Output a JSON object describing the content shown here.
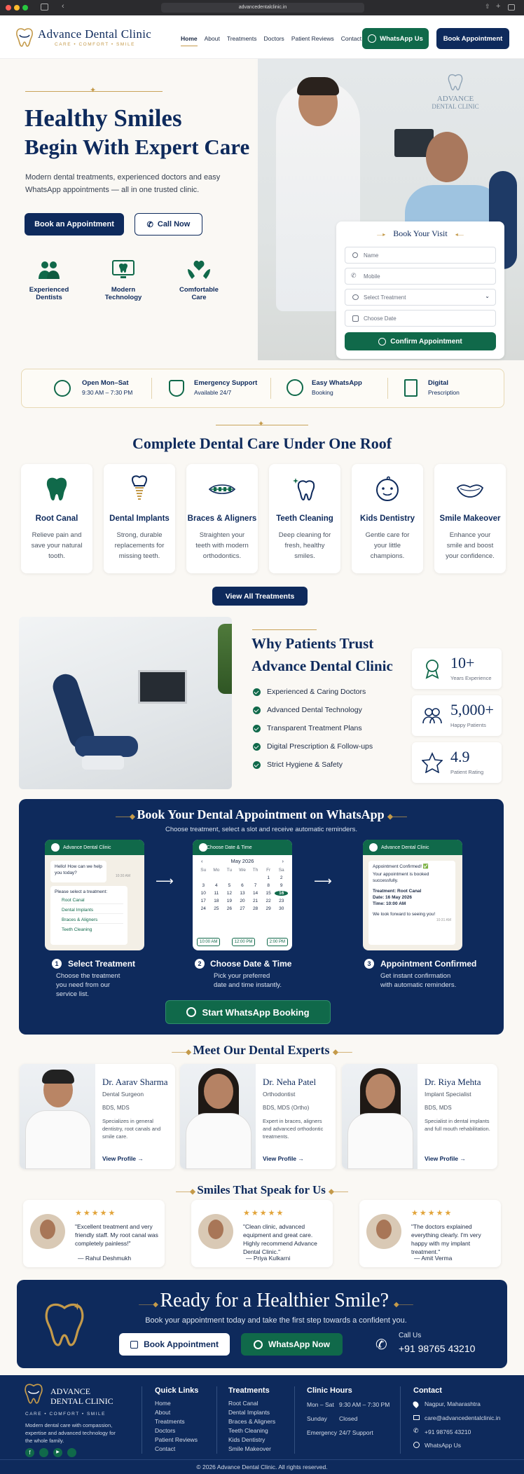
{
  "browser": {
    "url": "advancedentalclinic.in"
  },
  "header": {
    "brand_name": "Advance Dental Clinic",
    "tagline": "CARE • COMFORT • SMILE",
    "nav": [
      "Home",
      "About",
      "Treatments",
      "Doctors",
      "Patient Reviews",
      "Contact"
    ],
    "whatsapp_label": "WhatsApp Us",
    "book_label": "Book Appointment"
  },
  "hero": {
    "title_line1": "Healthy Smiles",
    "title_line2": "Begin With Expert Care",
    "subtitle": "Modern dental treatments, experienced doctors and easy WhatsApp appointments — all in one trusted clinic.",
    "primary_cta": "Book an Appointment",
    "call_cta": "Call Now",
    "features": [
      {
        "icon": "doctors-icon",
        "line1": "Experienced",
        "line2": "Dentists"
      },
      {
        "icon": "monitor-tooth-icon",
        "line1": "Modern",
        "line2": "Technology"
      },
      {
        "icon": "heart-hands-icon",
        "line1": "Comfortable",
        "line2": "Care"
      }
    ],
    "wall_sign_line1": "ADVANCE",
    "wall_sign_line2": "DENTAL CLINIC"
  },
  "booking_form": {
    "title": "Book Your Visit",
    "name_placeholder": "Name",
    "mobile_placeholder": "Mobile",
    "treatment_placeholder": "Select Treatment",
    "date_placeholder": "Choose Date",
    "submit_label": "Confirm Appointment"
  },
  "info_bar": [
    {
      "icon": "clock-icon",
      "title": "Open Mon–Sat",
      "sub": "9:30 AM – 7:30 PM"
    },
    {
      "icon": "shield-plus-icon",
      "title": "Emergency Support",
      "sub": "Available 24/7"
    },
    {
      "icon": "whatsapp-icon",
      "title": "Easy WhatsApp",
      "sub": "Booking"
    },
    {
      "icon": "prescription-icon",
      "title": "Digital",
      "sub": "Prescription"
    }
  ],
  "services": {
    "heading": "Complete Dental Care Under One Roof",
    "items": [
      {
        "icon": "tooth-icon",
        "title": "Root Canal",
        "desc": "Relieve pain and save your natural tooth."
      },
      {
        "icon": "implant-icon",
        "title": "Dental Implants",
        "desc": "Strong, durable replacements for missing teeth."
      },
      {
        "icon": "braces-icon",
        "title": "Braces & Aligners",
        "desc": "Straighten your teeth with modern orthodontics."
      },
      {
        "icon": "sparkle-tooth-icon",
        "title": "Teeth Cleaning",
        "desc": "Deep cleaning for fresh, healthy smiles."
      },
      {
        "icon": "child-face-icon",
        "title": "Kids Dentistry",
        "desc": "Gentle care for your little champions."
      },
      {
        "icon": "smile-lips-icon",
        "title": "Smile Makeover",
        "desc": "Enhance your smile and boost your confidence."
      }
    ],
    "view_all": "View All Treatments"
  },
  "trust": {
    "title_line1": "Why Patients Trust",
    "title_line2": "Advance Dental Clinic",
    "points": [
      "Experienced & Caring Doctors",
      "Advanced Dental Technology",
      "Transparent Treatment Plans",
      "Digital Prescription & Follow-ups",
      "Strict Hygiene & Safety"
    ],
    "stats": [
      {
        "icon": "award-icon",
        "value": "10+",
        "label": "Years Experience"
      },
      {
        "icon": "patients-icon",
        "value": "5,000+",
        "label": "Happy Patients"
      },
      {
        "icon": "star-icon",
        "value": "4.9",
        "label": "Patient Rating"
      }
    ]
  },
  "whatsapp_flow": {
    "title": "Book Your Dental Appointment on WhatsApp",
    "subtitle": "Choose treatment, select a slot and receive automatic reminders.",
    "phone1": {
      "header": "Advance Dental Clinic",
      "greeting": "Hello! How can we help you today?",
      "time": "10:30 AM",
      "prompt": "Please select a treatment:",
      "options": [
        "Root Canal",
        "Dental Implants",
        "Braces & Aligners",
        "Teeth Cleaning"
      ]
    },
    "phone2": {
      "header": "Choose Date & Time",
      "month": "May 2026",
      "weekdays": [
        "Su",
        "Mo",
        "Tu",
        "We",
        "Th",
        "Fr",
        "Sa"
      ],
      "days": [
        "",
        "",
        "",
        "",
        "",
        "1",
        "2",
        "3",
        "4",
        "5",
        "6",
        "7",
        "8",
        "9",
        "10",
        "11",
        "12",
        "13",
        "14",
        "15",
        "16",
        "17",
        "18",
        "19",
        "20",
        "21",
        "22",
        "23",
        "24",
        "25",
        "26",
        "27",
        "28",
        "29",
        "30"
      ],
      "selected_day": "16",
      "slots": [
        "10:00 AM",
        "12:00 PM",
        "2:00 PM"
      ]
    },
    "phone3": {
      "header": "Advance Dental Clinic",
      "confirm_title": "Appointment Confirmed! ✅",
      "confirm_text": "Your appointment is booked successfully.",
      "treatment": "Treatment: Root Canal",
      "date": "Date: 16 May 2026",
      "time": "Time: 10:00 AM",
      "closing": "We look forward to seeing you!",
      "timestamp": "10:31 AM"
    },
    "steps": [
      {
        "n": "1",
        "title": "Select Treatment",
        "desc": "Choose the treatment you need from our service list."
      },
      {
        "n": "2",
        "title": "Choose Date & Time",
        "desc": "Pick your preferred date and time instantly."
      },
      {
        "n": "3",
        "title": "Appointment Confirmed",
        "desc": "Get instant confirmation with automatic reminders."
      }
    ],
    "cta": "Start WhatsApp Booking"
  },
  "doctors": {
    "heading": "Meet Our Dental Experts",
    "items": [
      {
        "name": "Dr. Aarav Sharma",
        "role": "Dental Surgeon",
        "degree": "BDS, MDS",
        "desc": "Specializes in general dentistry, root canals and smile care.",
        "link": "View Profile →"
      },
      {
        "name": "Dr. Neha Patel",
        "role": "Orthodontist",
        "degree": "BDS, MDS (Ortho)",
        "desc": "Expert in braces, aligners and advanced orthodontic treatments.",
        "link": "View Profile →"
      },
      {
        "name": "Dr. Riya Mehta",
        "role": "Implant Specialist",
        "degree": "BDS, MDS",
        "desc": "Specialist in dental implants and full mouth rehabilitation.",
        "link": "View Profile →"
      }
    ]
  },
  "reviews": {
    "heading": "Smiles That Speak for Us",
    "stars": "★★★★★",
    "items": [
      {
        "text": "\"Excellent treatment and very friendly staff. My root canal was completely painless!\"",
        "author": "— Rahul Deshmukh"
      },
      {
        "text": "\"Clean clinic, advanced equipment and great care. Highly recommend Advance Dental Clinic.\"",
        "author": "— Priya Kulkarni"
      },
      {
        "text": "\"The doctors explained everything clearly. I'm very happy with my implant treatment.\"",
        "author": "— Amit Verma"
      }
    ]
  },
  "cta_banner": {
    "title": "Ready for a Healthier Smile?",
    "subtitle": "Book your appointment today and take the first step towards a confident you.",
    "book_label": "Book Appointment",
    "whatsapp_label": "WhatsApp Now",
    "call_label": "Call Us",
    "phone": "+91 98765 43210"
  },
  "footer": {
    "brand_line1": "ADVANCE",
    "brand_line2": "DENTAL CLINIC",
    "tagline": "CARE • COMFORT • SMILE",
    "about": "Modern dental care with compassion, expertise and advanced technology for the whole family.",
    "quick_links_title": "Quick Links",
    "quick_links": [
      "Home",
      "About",
      "Treatments",
      "Doctors",
      "Patient Reviews",
      "Contact"
    ],
    "treatments_title": "Treatments",
    "treatments": [
      "Root Canal",
      "Dental Implants",
      "Braces & Aligners",
      "Teeth Cleaning",
      "Kids Dentistry",
      "Smile Makeover"
    ],
    "hours_title": "Clinic Hours",
    "hours": [
      {
        "day": "Mon – Sat",
        "time": "9:30 AM – 7:30 PM"
      },
      {
        "day": "Sunday",
        "time": "Closed"
      },
      {
        "day": "Emergency",
        "time": "24/7 Support"
      }
    ],
    "contact_title": "Contact",
    "contact": [
      "Nagpur, Maharashtra",
      "care@advancedentalclinic.in",
      "+91 98765 43210",
      "WhatsApp Us"
    ],
    "copyright": "© 2026 Advance Dental Clinic. All rights reserved."
  },
  "colors": {
    "navy": "#0e2a5c",
    "green": "#10694a",
    "gold": "#c9a35a",
    "cream": "#faf8f4"
  }
}
